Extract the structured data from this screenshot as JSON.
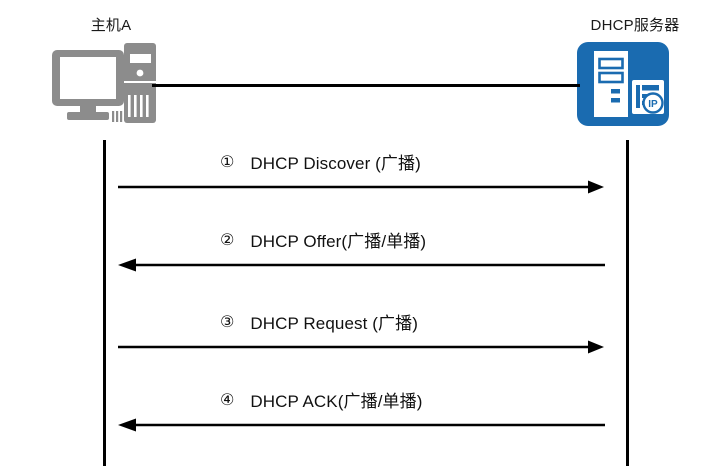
{
  "diagram": {
    "title_host": "主机A",
    "title_server": "DHCP服务器",
    "background": "#ffffff",
    "line_color": "#000000",
    "host_icon_color": "#8c8c8c",
    "server_icon_color": "#1a6bb0"
  },
  "nodes": [
    {
      "id": "host",
      "label": "主机A",
      "icon": "desktop-computer-icon"
    },
    {
      "id": "server",
      "label": "DHCP服务器",
      "icon": "dhcp-server-icon"
    }
  ],
  "messages": [
    {
      "num": "①",
      "text": "DHCP Discover (广播)",
      "direction": "right"
    },
    {
      "num": "②",
      "text": "DHCP Offer(广播/单播)",
      "direction": "left"
    },
    {
      "num": "③",
      "text": "DHCP Request (广播)",
      "direction": "right"
    },
    {
      "num": "④",
      "text": "DHCP ACK(广播/单播)",
      "direction": "left"
    }
  ],
  "server_badge": "IP"
}
